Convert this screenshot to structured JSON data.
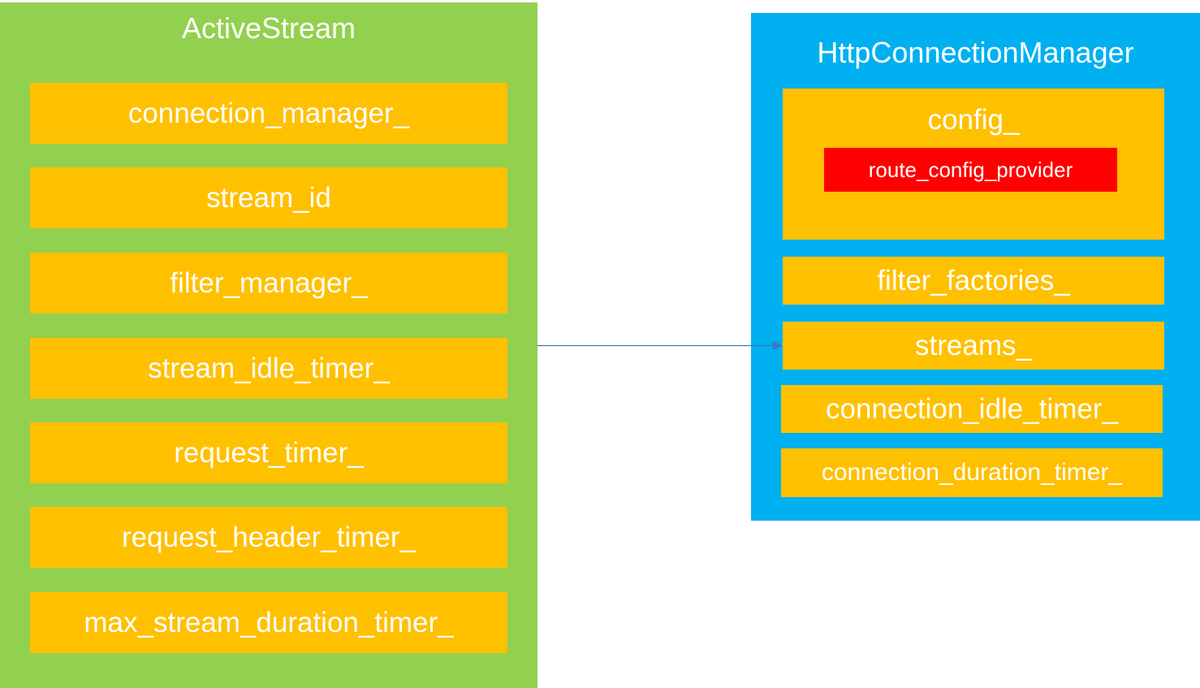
{
  "active_stream": {
    "title": "ActiveStream",
    "fields": [
      "connection_manager_",
      "stream_id",
      "filter_manager_",
      "stream_idle_timer_",
      "request_timer_",
      "request_header_timer_",
      "max_stream_duration_timer_"
    ]
  },
  "http_connection_manager": {
    "title": "HttpConnectionManager",
    "config": {
      "label": "config_",
      "sub": "route_config_provider"
    },
    "fields": [
      "filter_factories_",
      "streams_",
      "connection_idle_timer_",
      "connection_duration_timer_"
    ]
  },
  "colors": {
    "active_stream_bg": "#92d050",
    "manager_bg": "#00b0f0",
    "field_bg": "#ffc000",
    "highlight": "#ff0000",
    "arrow": "#4472c4"
  }
}
